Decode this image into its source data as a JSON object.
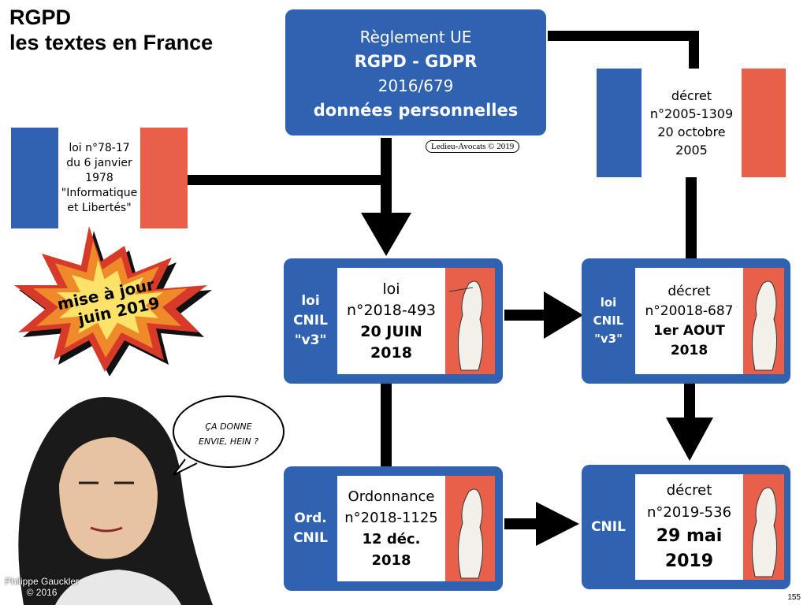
{
  "title": {
    "line1": "RGPD",
    "line2": "les textes en France"
  },
  "top_box": {
    "line1": "Règlement UE",
    "line2": "RGPD - GDPR",
    "line3": "2016/679",
    "line4": "données  personnelles"
  },
  "credit": "Ledieu-Avocats © 2019",
  "flag_loi": {
    "lines": [
      "loi n°78-17",
      "du 6 janvier",
      "1978",
      "\"Informatique",
      "et Libertés\""
    ]
  },
  "flag_decret": {
    "lines": [
      "décret",
      "n°2005-1309",
      "20 octobre",
      "2005"
    ]
  },
  "burst": {
    "line1": "mise à jour",
    "line2": "juin 2019"
  },
  "cards": [
    {
      "label": [
        "loi",
        "CNIL",
        "\"v3\""
      ],
      "lines": [
        "loi",
        "n°2018-493"
      ],
      "bold": [
        "20 JUIN",
        "2018"
      ]
    },
    {
      "label": [
        "loi",
        "CNIL",
        "\"v3\""
      ],
      "lines": [
        "décret",
        "n°20018-687"
      ],
      "bold": [
        "1er AOUT",
        "2018"
      ]
    },
    {
      "label": [
        "Ord.",
        "CNIL"
      ],
      "lines": [
        "Ordonnance",
        "n°2018-1125"
      ],
      "bold": [
        "12 déc.",
        "2018"
      ]
    },
    {
      "label": [
        "CNIL"
      ],
      "lines": [
        "décret",
        "n°2019-536"
      ],
      "bold": [
        "29 mai",
        "2019"
      ]
    }
  ],
  "speech": {
    "line1": "ÇA DONNE",
    "line2": "ENVIE, HEIN ?"
  },
  "artist": {
    "line1": "Philippe Gauckler",
    "line2": "© 2016"
  },
  "page_number": "155",
  "colors": {
    "blue": "#2f62b0",
    "red": "#e9604a"
  }
}
